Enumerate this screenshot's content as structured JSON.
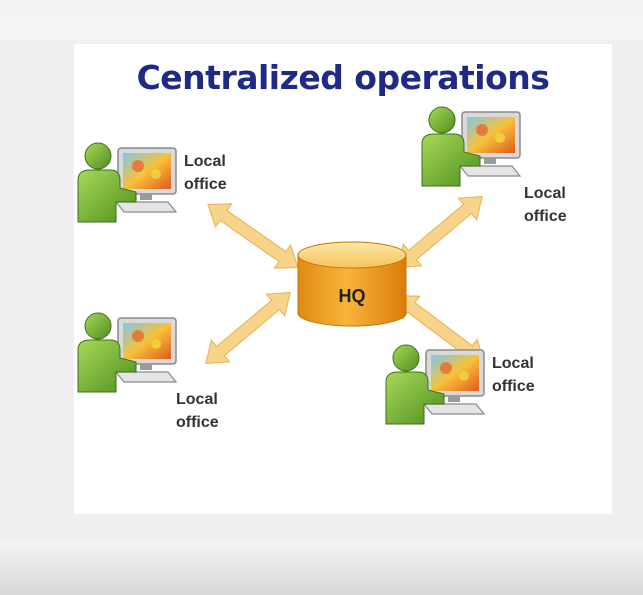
{
  "title": "Centralized operations",
  "hub": {
    "label": "HQ"
  },
  "nodes": [
    {
      "label": "Local\noffice"
    },
    {
      "label": "Local\noffice"
    },
    {
      "label": "Local\noffice"
    },
    {
      "label": "Local\noffice"
    }
  ],
  "colors": {
    "title": "#1f2a86",
    "hq_fill": "#f5a623",
    "arrow_fill": "#f7d48a",
    "person_green": "#7cb82f"
  },
  "icons": [
    "person-at-computer-icon",
    "database-cylinder-icon",
    "double-arrow-icon"
  ]
}
